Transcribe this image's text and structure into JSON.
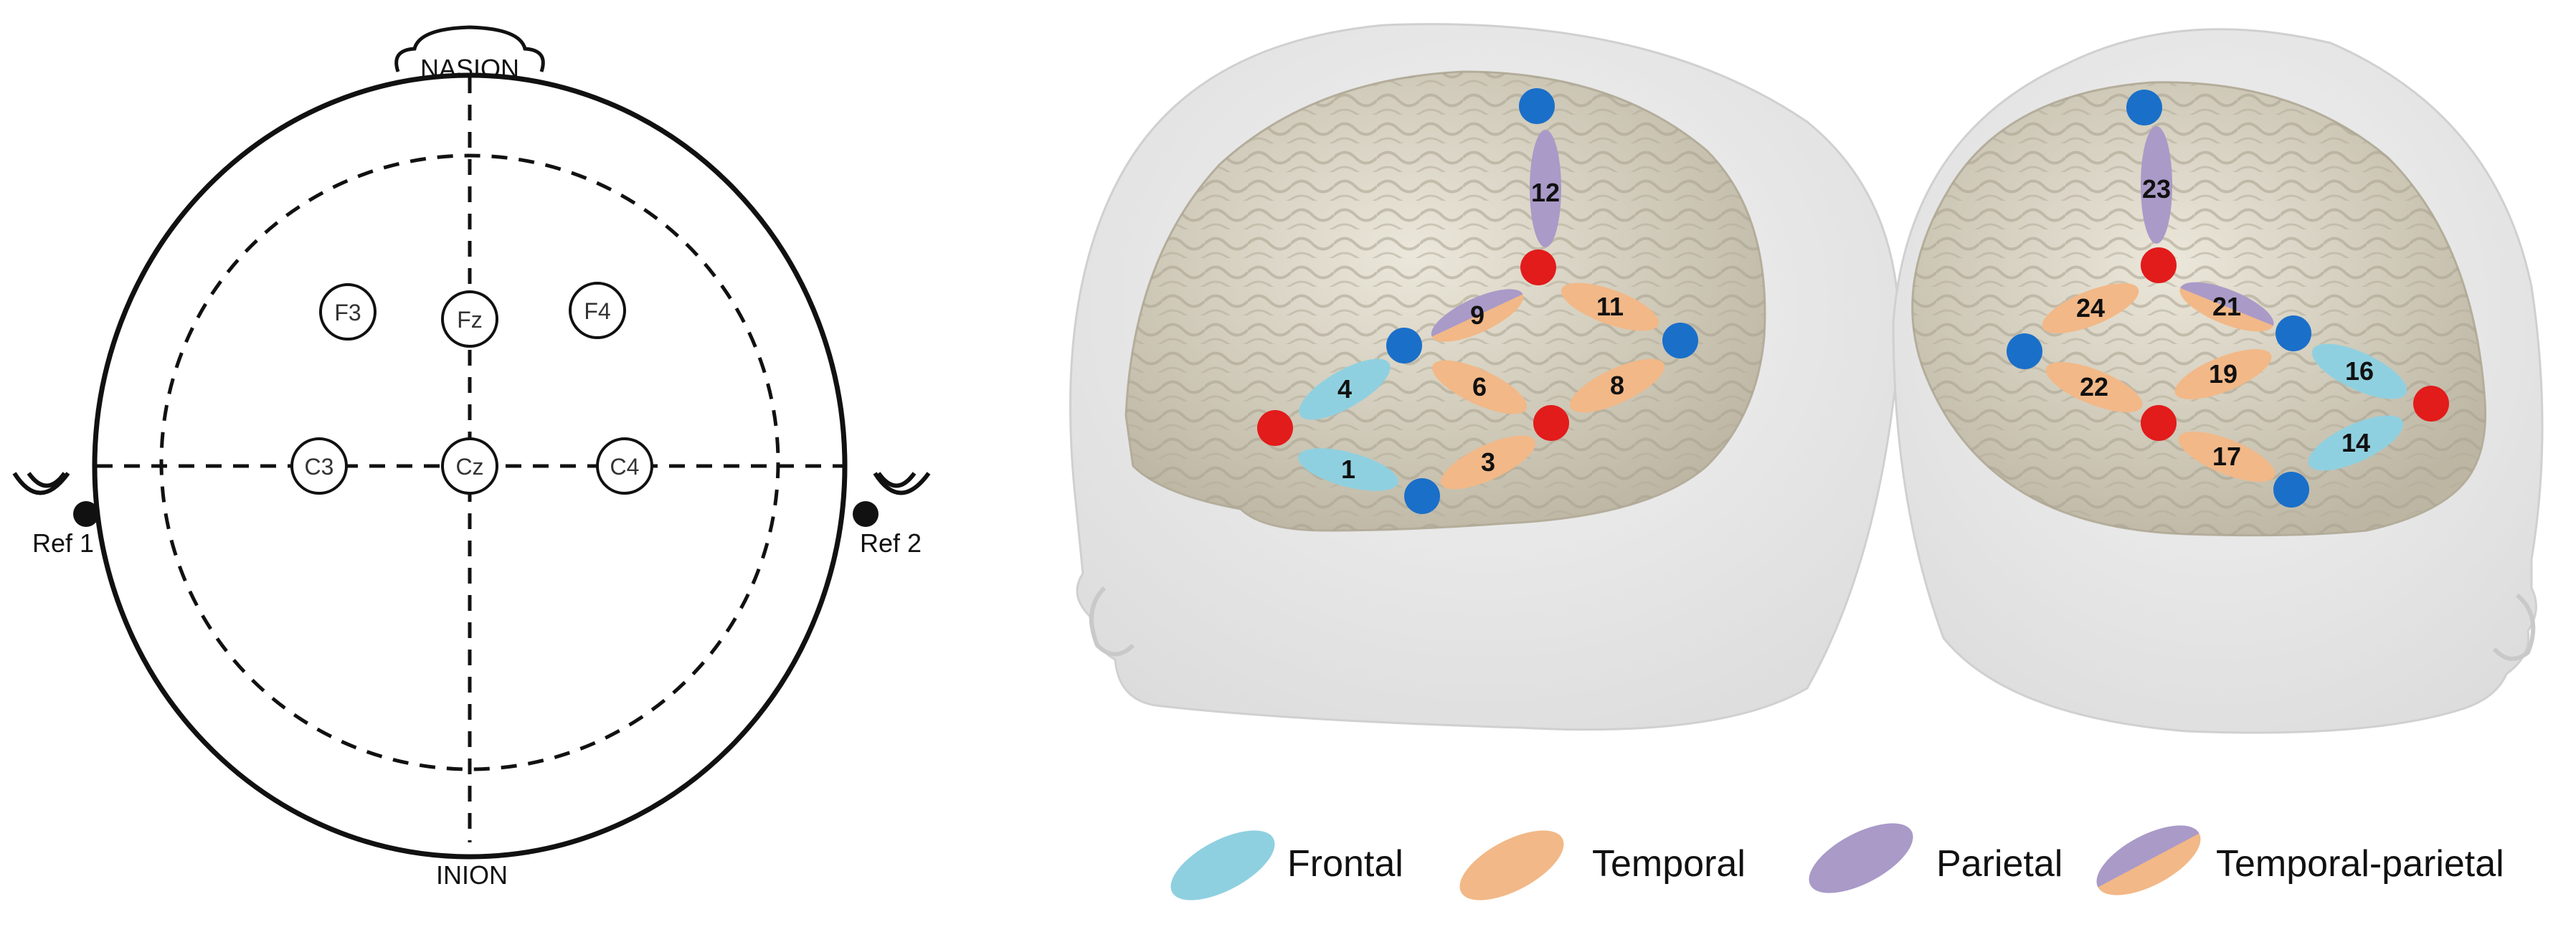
{
  "montage": {
    "nasion": "NASION",
    "inion": "INION",
    "ref_left": "Ref 1",
    "ref_right": "Ref 2",
    "electrodes": [
      "F3",
      "Fz",
      "F4",
      "C3",
      "Cz",
      "C4"
    ]
  },
  "left_view": {
    "channels": [
      "12",
      "9",
      "11",
      "4",
      "6",
      "8",
      "1",
      "3"
    ]
  },
  "right_view": {
    "channels": [
      "23",
      "24",
      "21",
      "16",
      "22",
      "19",
      "14",
      "17"
    ]
  },
  "legend": {
    "items": [
      {
        "label": "Frontal",
        "color": "#8fd0e0"
      },
      {
        "label": "Temporal",
        "color": "#f2b887"
      },
      {
        "label": "Parietal",
        "color": "#a99ac8"
      },
      {
        "label": "Temporal-parietal",
        "color": "#f2b887",
        "color2": "#a99ac8"
      }
    ]
  },
  "colors": {
    "source": "#e21b1b",
    "detector": "#1a6fc9",
    "frontal": "#8fd0e0",
    "temporal": "#f2b887",
    "parietal": "#a99ac8",
    "brain": "#d9d4c4",
    "head": "#ebebeb"
  }
}
